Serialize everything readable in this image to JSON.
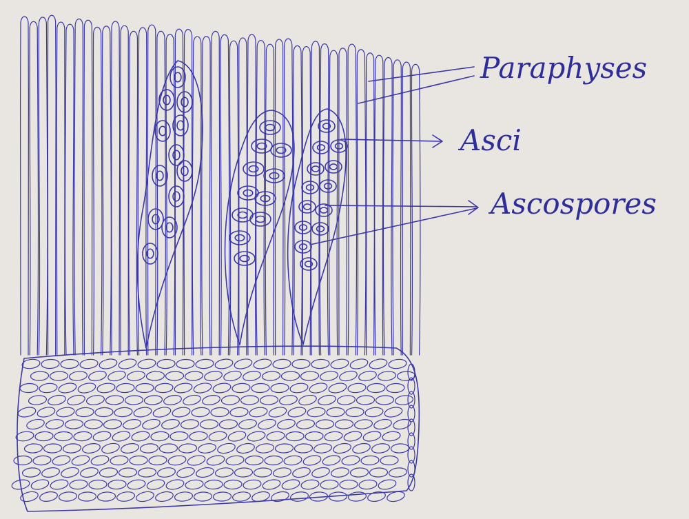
{
  "diagram": {
    "labels": {
      "paraphyses": "Paraphyses",
      "asci": "Asci",
      "ascospores": "Ascospores"
    },
    "colors": {
      "paper": "#e9e6e2",
      "ink": "#3a37a6"
    }
  }
}
